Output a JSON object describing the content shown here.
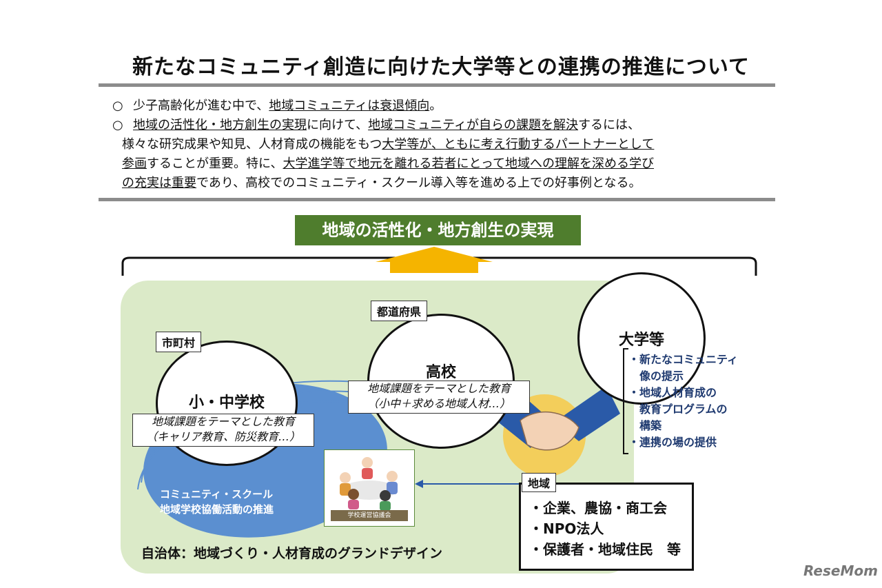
{
  "title": "新たなコミュニティ創造に向けた大学等との連携の推進について",
  "intro": {
    "bullet": "○",
    "p1_a": "少子高齢化が進む中で、",
    "p1_b": "地域コミュニティは衰退傾向",
    "p1_c": "。",
    "p2_a": "地域の活性化・地方創生の実現",
    "p2_b": "に向けて、",
    "p2_c": "地域コミュニティが自らの課題を解決",
    "p2_d": "するには、",
    "p2_l2_a": "様々な研究成果や知見、人材育成の機能をもつ",
    "p2_l2_b": "大学等が、ともに考え行動するパートナーとして",
    "p2_l3_a": "参画",
    "p2_l3_b": "することが重要。特に、",
    "p2_l3_c": "大学進学等で地元を離れる若者にとって地域への理解を深める学び",
    "p2_l4_a": "の充実は重要",
    "p2_l4_b": "であり、高校でのコミュニティ・スクール導入等を進める上での好事例となる。"
  },
  "goal": "地域の活性化・地方創生の実現",
  "municipality": {
    "tag": "市町村",
    "school": "小・中学校",
    "box_line1": "地域課題をテーマとした教育",
    "box_line2": "（キャリア教育、防災教育…）"
  },
  "prefecture": {
    "tag": "都道府県",
    "school": "高校",
    "box_line1": "地域課題をテーマとした教育",
    "box_line2": "（小中＋求める地域人材…）"
  },
  "university": {
    "title": "大学等",
    "items": [
      "・新たなコミュニティ",
      "　像の提示",
      "・地域人材育成の",
      "　教育プログラムの",
      "　構築",
      "・連携の場の提供"
    ]
  },
  "community_school": {
    "line1": "コミュニティ・スクール",
    "line2": "地域学校協働活動の推進"
  },
  "council": "学校運営協議会",
  "region": {
    "tag": "地域",
    "items": [
      "・企業、農協・商工会",
      "・NPO法人",
      "・保護者・地域住民　等"
    ]
  },
  "grand_design": "自治体：地域づくり・人材育成のグランドデザイン",
  "logo": "ReseMom",
  "colors": {
    "goal_bg": "#4f7d2d",
    "green_area": "#dbeac8",
    "blue_ellipse": "#5b8fd0",
    "arrow": "#f5b400",
    "univ_text": "#1f3a70"
  }
}
